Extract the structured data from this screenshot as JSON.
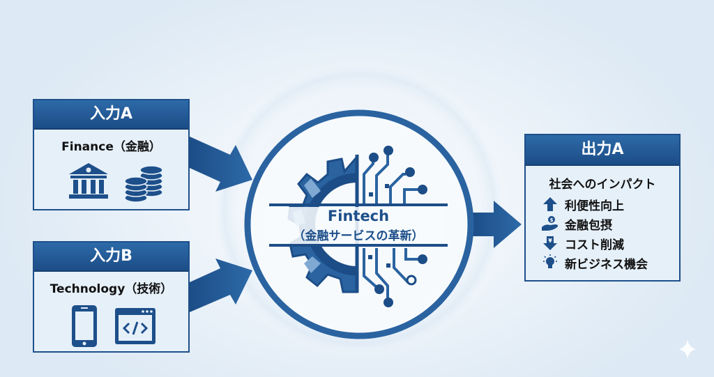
{
  "colors": {
    "primary": "#1d4f8a",
    "primary_light": "#2d6aa8",
    "box_fill": "#e6f0f9",
    "accent_light": "#6a9ccc",
    "text_dark": "#111111"
  },
  "input_a": {
    "header": "入力A",
    "label": "Finance（金融）",
    "icons": [
      "bank-icon",
      "coin-stack-icon"
    ]
  },
  "input_b": {
    "header": "入力B",
    "label": "Technology（技術）",
    "icons": [
      "smartphone-icon",
      "code-window-icon"
    ]
  },
  "center": {
    "title": "Fintech",
    "subtitle": "（金融サービスの革新）",
    "icon": "gear-circuit-icon"
  },
  "output_a": {
    "header": "出力A",
    "label": "社会へのインパクト",
    "items": [
      {
        "icon": "arrow-up-icon",
        "label": "利便性向上"
      },
      {
        "icon": "hand-coin-icon",
        "label": "金融包摂"
      },
      {
        "icon": "yen-down-arrow-icon",
        "label": "コスト削減"
      },
      {
        "icon": "lightbulb-icon",
        "label": "新ビジネス機会"
      }
    ]
  },
  "arrows": [
    {
      "from": "input_a",
      "to": "center"
    },
    {
      "from": "input_b",
      "to": "center"
    },
    {
      "from": "center",
      "to": "output_a"
    }
  ],
  "watermark": "sparkle-icon"
}
